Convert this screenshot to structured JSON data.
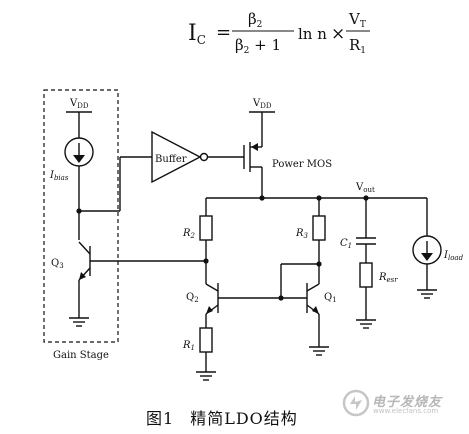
{
  "formula": {
    "lhs_base": "I",
    "lhs_sub": "C",
    "equals": "=",
    "frac1_num_base": "β",
    "frac1_num_sub": "2",
    "frac1_den_base": "β",
    "frac1_den_sub": "2",
    "frac1_den_rest": " + 1",
    "ln_text": "ln n",
    "times": "×",
    "frac2_num_base": "V",
    "frac2_num_sub": "T",
    "frac2_den_base": "R",
    "frac2_den_sub": "1"
  },
  "circuit": {
    "vdd_left_base": "V",
    "vdd_left_sub": "DD",
    "vdd_right_base": "V",
    "vdd_right_sub": "DD",
    "ibias_base": "I",
    "ibias_sub": "bias",
    "q3": "Q",
    "q3_sub": "3",
    "gain_stage": "Gain Stage",
    "buffer": "Buffer",
    "power_mos": "Power MOS",
    "vout_base": "V",
    "vout_sub": "out",
    "r2_base": "R",
    "r2_sub": "2",
    "r3_base": "R",
    "r3_sub": "3",
    "r1_base": "R",
    "r1_sub": "1",
    "q2_base": "Q",
    "q2_sub": "2",
    "q1_base": "Q",
    "q1_sub": "1",
    "c1_base": "C",
    "c1_sub": "1",
    "resr_base": "R",
    "resr_sub": "esr",
    "iload_base": "I",
    "iload_sub": "load"
  },
  "caption": {
    "figure_number": "图1",
    "title": "精简LDO结构"
  },
  "watermark": {
    "brand": "电子发烧友",
    "site": "www.elecfans.com",
    "logo_icon": "electronic-fan-logo-icon"
  }
}
